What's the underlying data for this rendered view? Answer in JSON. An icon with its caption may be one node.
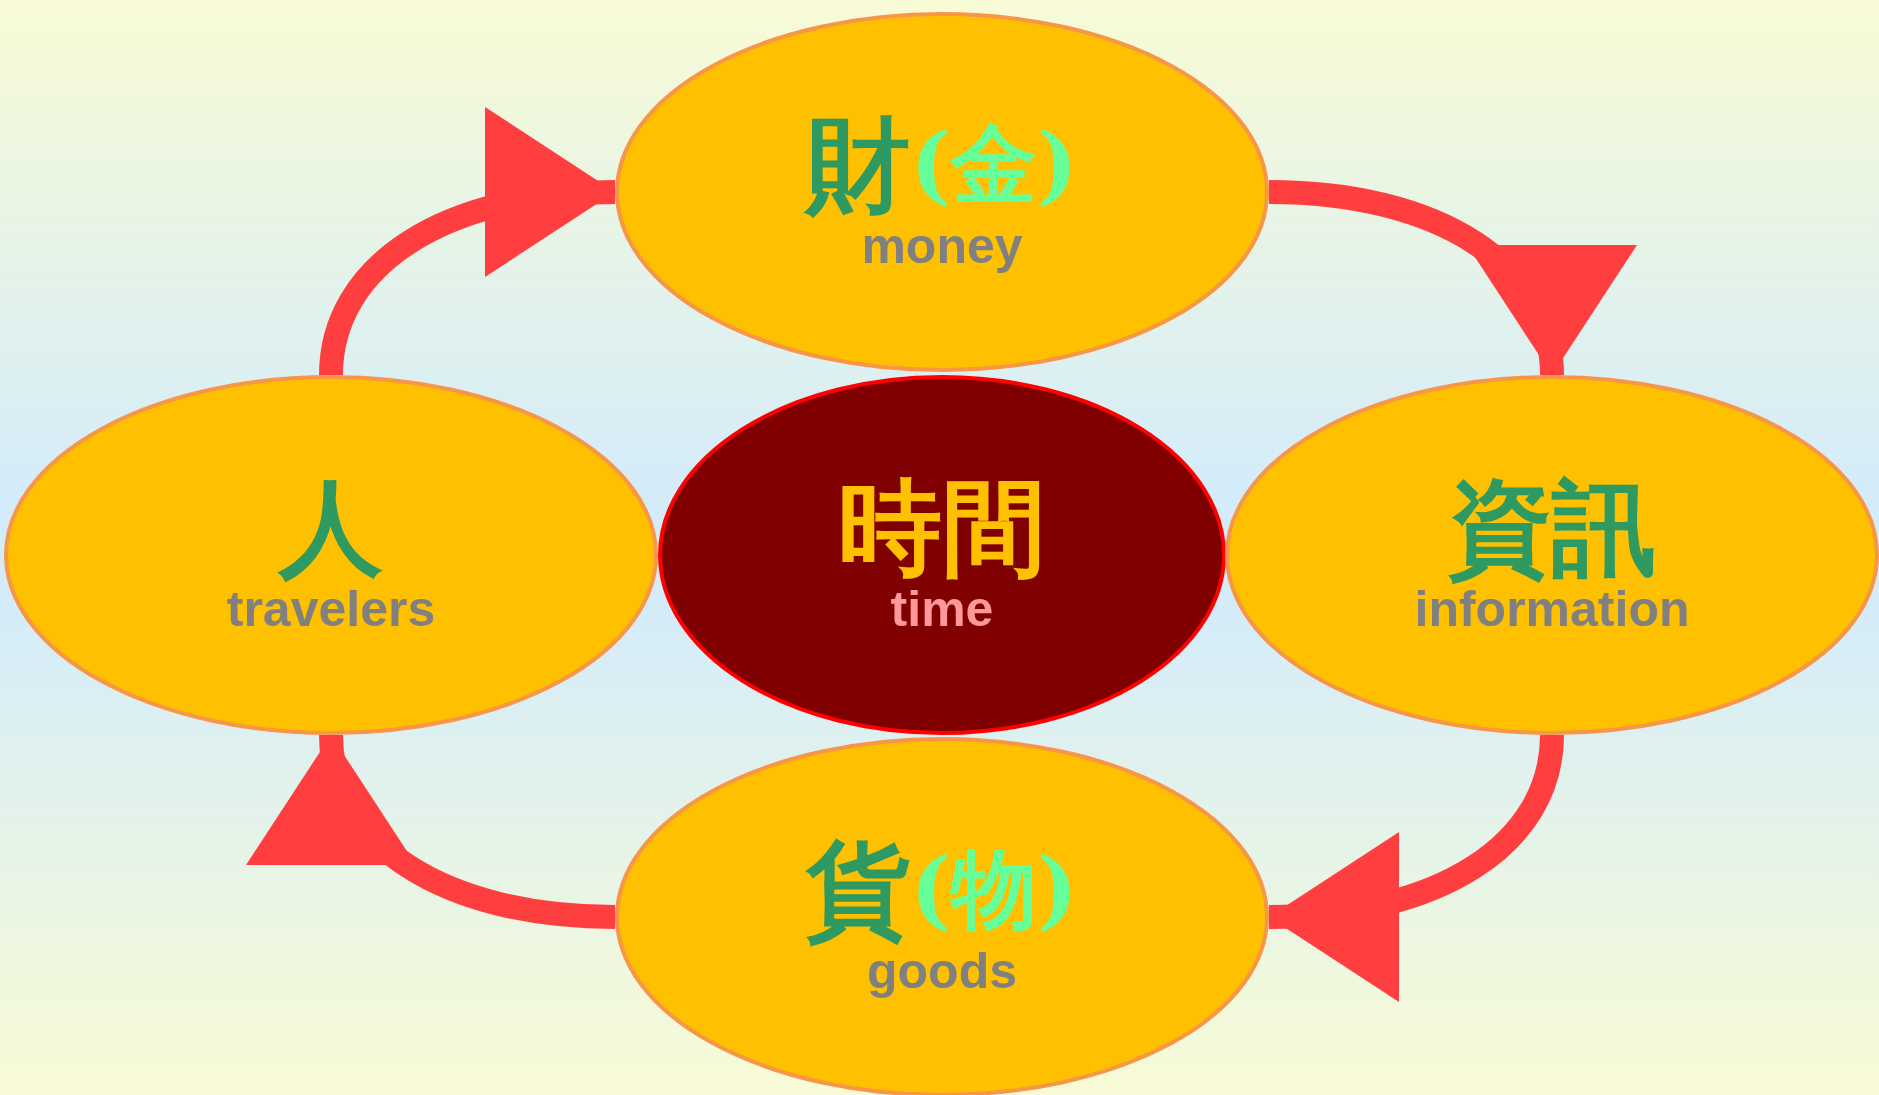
{
  "diagram": {
    "nodes": [
      {
        "text": [
          "財",
          "(金)",
          "money"
        ]
      },
      {
        "text": [
          "人",
          "travelers"
        ]
      },
      {
        "text": [
          "時間",
          "time"
        ]
      },
      {
        "text": [
          "資訊",
          "information"
        ]
      },
      {
        "text": [
          "貨",
          "(物)",
          "goods"
        ]
      }
    ],
    "edges": [
      {
        "from": 1,
        "to": 0,
        "arrow": "to"
      },
      {
        "from": 0,
        "to": 3,
        "arrow": "to"
      },
      {
        "from": 3,
        "to": 4,
        "arrow": "to"
      },
      {
        "from": 4,
        "to": 1,
        "arrow": "to"
      }
    ]
  }
}
